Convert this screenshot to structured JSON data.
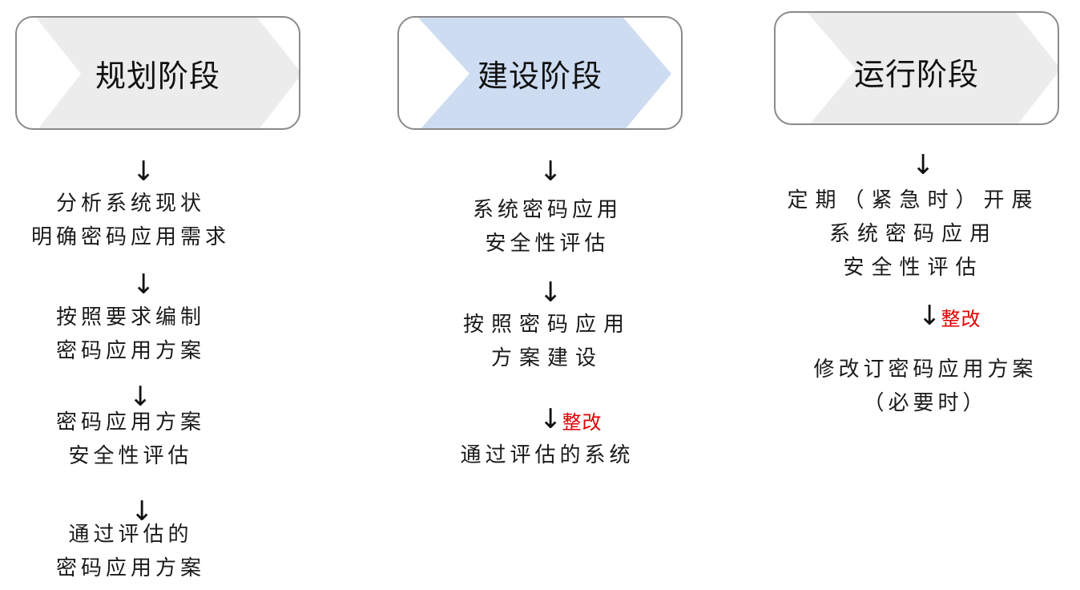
{
  "phases": [
    {
      "title": "规划阶段",
      "fill": "#ececec"
    },
    {
      "title": "建设阶段",
      "fill": "#cddcf1"
    },
    {
      "title": "运行阶段",
      "fill": "#ececec"
    }
  ],
  "planning": {
    "step1": [
      "分析系统现状",
      "明确密码应用需求"
    ],
    "step2": [
      "按照要求编制",
      "密码应用方案"
    ],
    "step3": [
      "密码应用方案",
      "安全性评估"
    ],
    "step4": [
      "通过评估的",
      "密码应用方案"
    ]
  },
  "construction": {
    "step1": [
      "系统密码应用",
      "安全性评估"
    ],
    "step2": [
      "按照密码应用",
      "方案建设"
    ],
    "step3": [
      "通过评估的系统"
    ],
    "rectify_label": "整改"
  },
  "operation": {
    "step1": [
      "定期（紧急时）开展",
      "系统密码应用",
      "安全性评估"
    ],
    "step2": [
      "修改订密码应用方案",
      "（必要时）"
    ],
    "rectify_label": "整改"
  },
  "arrow_glyph": "↓"
}
